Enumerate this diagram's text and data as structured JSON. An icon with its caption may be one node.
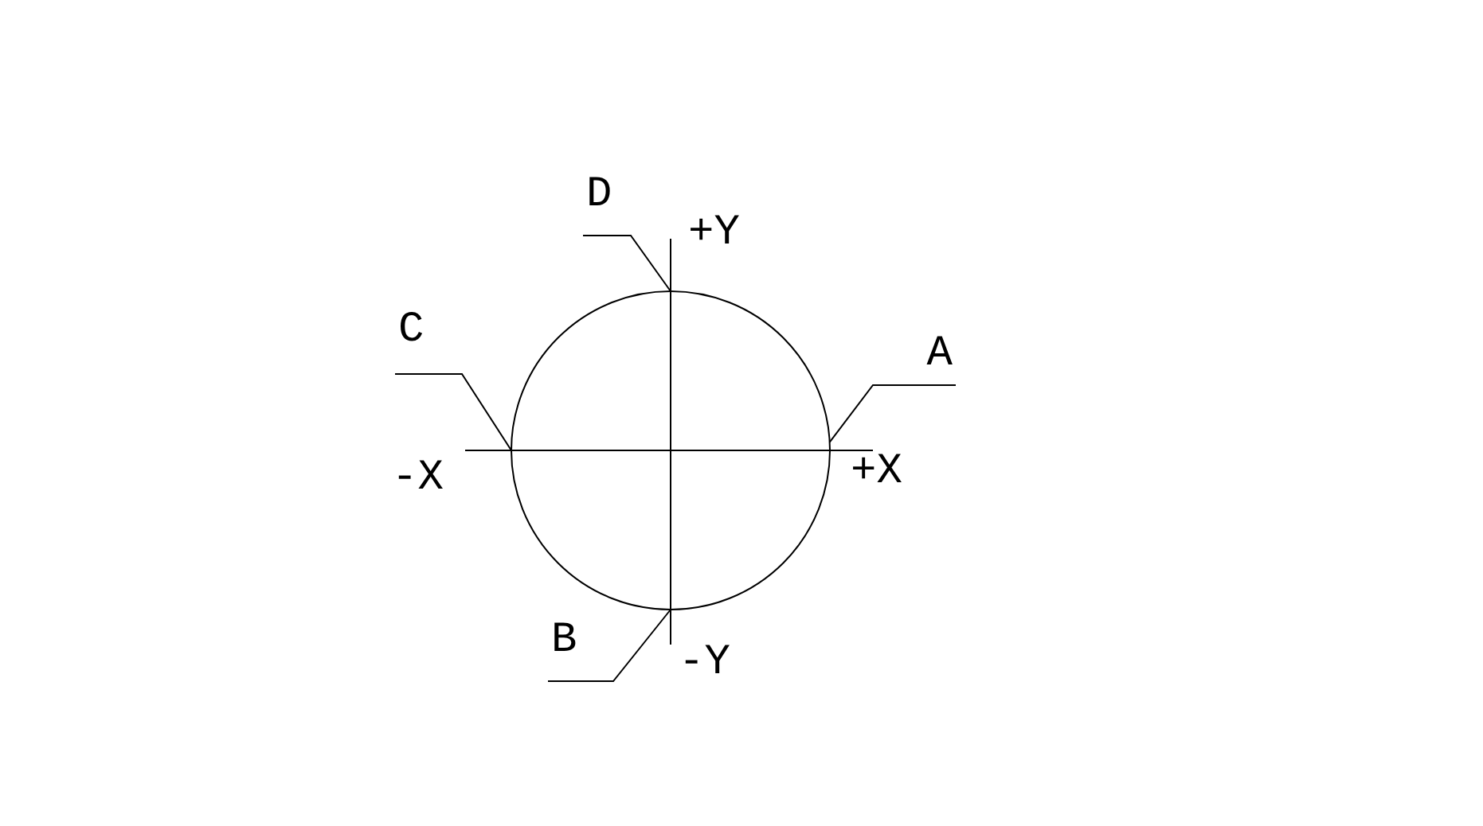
{
  "diagram": {
    "nodes": [
      {
        "text": [
          "D"
        ]
      },
      {
        "text": [
          "C"
        ]
      },
      {
        "text": [
          "A"
        ]
      },
      {
        "text": [],
        "shape": "circle"
      },
      {
        "text": [
          "B"
        ]
      }
    ],
    "edges": [
      {
        "from": 0,
        "to": 3,
        "arrow": "none"
      },
      {
        "from": 1,
        "to": 3,
        "arrow": "none"
      },
      {
        "from": 2,
        "to": 3,
        "arrow": "none"
      },
      {
        "from": 4,
        "to": 3,
        "arrow": "none"
      }
    ],
    "labels": [
      "+Y",
      "-X",
      "+X",
      "-Y"
    ]
  }
}
